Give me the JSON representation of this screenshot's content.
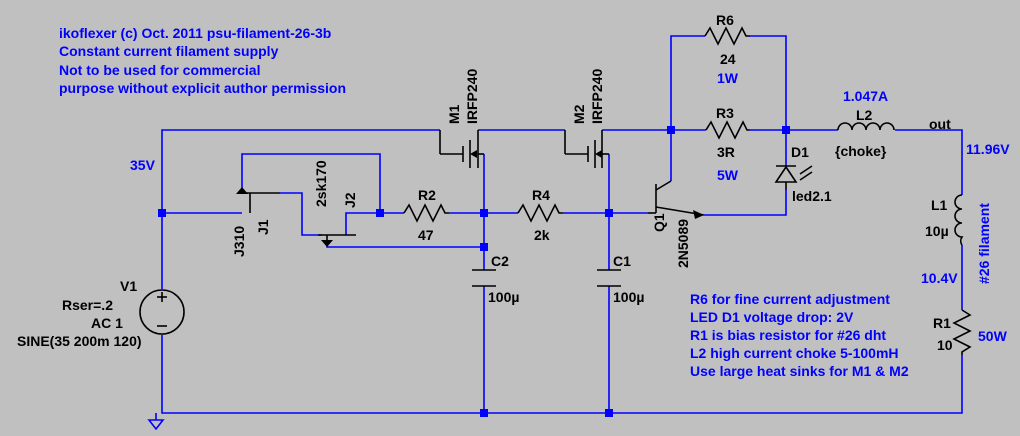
{
  "notes_top": [
    "ikoflexer (c) Oct. 2011 psu-filament-26-3b",
    "Constant current filament supply",
    "Not to be used for commercial",
    "purpose without explicit author permission"
  ],
  "notes_bottom": [
    "R6 for fine current adjustment",
    "LED D1 voltage drop: 2V",
    "R1 is bias resistor for #26 dht",
    "L2 high current choke 5-100mH",
    "Use large heat sinks for M1 & M2"
  ],
  "net_labels": {
    "v35": "35V",
    "i_l2": "1.047A",
    "out": "out",
    "v_out": "11.96V",
    "v_mid": "10.4V",
    "filament": "#26 filament"
  },
  "components": {
    "r6": {
      "name": "R6",
      "value": "24",
      "extra": "1W"
    },
    "r3": {
      "name": "R3",
      "value": "3R",
      "extra": "5W"
    },
    "l2": {
      "name": "L2",
      "value": "{choke}"
    },
    "d1": {
      "name": "D1",
      "value": "led2.1"
    },
    "m1": {
      "name": "M1",
      "value": "IRFP240"
    },
    "m2": {
      "name": "M2",
      "value": "IRFP240"
    },
    "q1": {
      "name": "Q1",
      "value": "2N5089"
    },
    "j1": {
      "name": "J1",
      "value": "J310"
    },
    "j2": {
      "name": "J2",
      "value": "2sk170"
    },
    "r2": {
      "name": "R2",
      "value": "47"
    },
    "r4": {
      "name": "R4",
      "value": "2k"
    },
    "c2": {
      "name": "C2",
      "value": "100µ"
    },
    "c1": {
      "name": "C1",
      "value": "100µ"
    },
    "l1": {
      "name": "L1",
      "value": "10µ"
    },
    "r1": {
      "name": "R1",
      "value": "10",
      "extra": "50W"
    },
    "v1": {
      "name": "V1",
      "params": [
        "Rser=.2",
        "AC 1",
        "SINE(35 200m 120)"
      ]
    }
  }
}
